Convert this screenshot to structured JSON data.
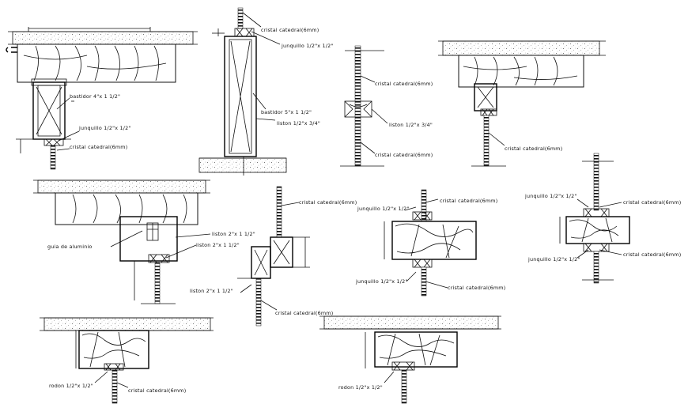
{
  "labels": {
    "d1_bastidor": "bastidor 4\"x 1 1/2\"",
    "d1_junquillo": "junquillo 1/2\"x 1/2\"",
    "d1_cristal": "cristal catedral(6mm)",
    "d2_cristal": "cristal catedral(6mm)",
    "d2_junquillo": "junquillo 1/2\"x 1/2\"",
    "d2_bastidor": "bastidor 5\"x 1 1/2\"",
    "d2_liston": "liston  1/2\"x 3/4\"",
    "d3_cristal_top": "cristal catedral(6mm)",
    "d3_liston": "liston  1/2\"x 3/4\"",
    "d3_cristal_bot": "cristal catedral(6mm)",
    "d4_cristal": "cristal catedral(6mm)",
    "d5_guia": "guia de aluminio",
    "d5_liston_a": "liston 2\"x 1 1/2\"",
    "d5_liston_b": "liston 2\"x 1 1/2\"",
    "d6_cristal_top": "cristal catedral(6mm)",
    "d6_liston": "liston 2\"x 1 1/2\"",
    "d6_cristal_bot": "cristal catedral(6mm)",
    "d7_junquillo_top": "junquillo 1/2\"x 1/2\"",
    "d7_cristal_top": "cristal catedral(6mm)",
    "d7_junquillo_bot": "junquillo 1/2\"x 1/2\"",
    "d7_cristal_bot": "cristal catedral(6mm)",
    "d8_junquillo_top": "junquillo 1/2\"x 1/2\"",
    "d8_cristal_top": "cristal catedral(6mm)",
    "d8_junquillo_bot": "junquillo 1/2\"x 1/2\"",
    "d8_cristal_bot": "cristal catedral(6mm)",
    "d9_rodon": "rodon  1/2\"x 1/2\"",
    "d9_cristal": "cristal catedral(6mm)",
    "d10_rodon": "rodon  1/2\"x 1/2\""
  }
}
